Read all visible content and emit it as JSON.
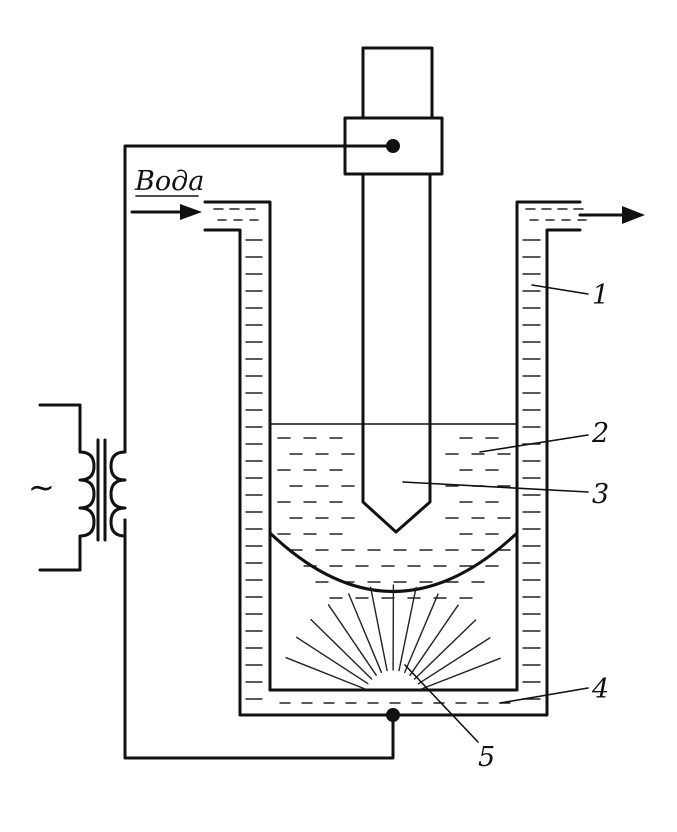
{
  "labels": {
    "water": "Вода",
    "ac_symbol": "~",
    "callouts": [
      "1",
      "2",
      "3",
      "4",
      "5"
    ]
  },
  "colors": {
    "ink": "#111111",
    "background": "#ffffff"
  }
}
